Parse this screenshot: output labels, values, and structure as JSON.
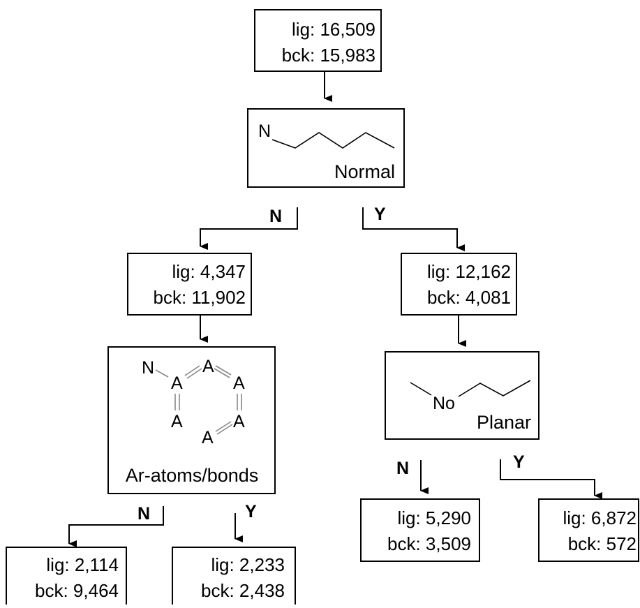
{
  "nodes": {
    "root": {
      "lig": "lig: 16,509",
      "bck": "bck: 15,983"
    },
    "normal": {
      "label": "Normal",
      "atom": "N"
    },
    "n1": {
      "lig": "lig: 4,347",
      "bck": "bck: 11,902"
    },
    "y1": {
      "lig": "lig: 12,162",
      "bck": "bck: 4,081"
    },
    "aromatic": {
      "label": "Ar-atoms/bonds",
      "atom_n": "N",
      "atom_a": "A"
    },
    "planar": {
      "label": "Planar",
      "atom": "No"
    },
    "nn": {
      "lig": "lig: 2,114",
      "bck": "bck: 9,464"
    },
    "ny": {
      "lig": "lig: 2,233",
      "bck": "bck: 2,438"
    },
    "yn": {
      "lig": "lig: 5,290",
      "bck": "bck: 3,509"
    },
    "yy": {
      "lig": "lig: 6,872",
      "bck": "bck: 572"
    }
  },
  "branches": {
    "no": "N",
    "yes": "Y"
  }
}
